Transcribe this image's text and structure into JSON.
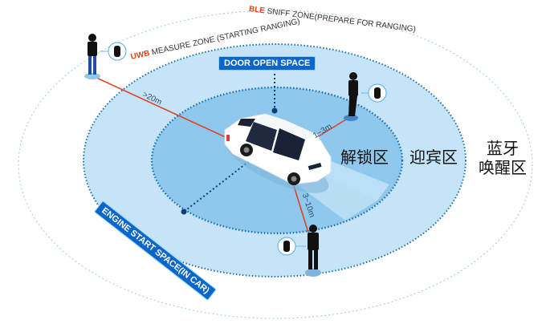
{
  "zones": {
    "ble": {
      "prefix": "BLE",
      "label": " SNIFF ZONE(PREPARE FOR RANGING)",
      "cn_label_line1": "蓝牙",
      "cn_label_line2": "唤醒区"
    },
    "uwb": {
      "prefix": "UWB",
      "label": " MEASURE ZONE (STARTING RANGING)",
      "cn_label": "迎宾区"
    },
    "unlock": {
      "cn_label": "解锁区"
    }
  },
  "badges": {
    "door_open": "DOOR OPEN SPACE",
    "engine_start": "ENGINE START SPACE(IN CAR)"
  },
  "distances": {
    "far": ">20m",
    "near": "1~3m",
    "mid": "3~10m"
  },
  "colors": {
    "outer_ring": "#a9d4ea",
    "uwb_fill": "#c6e4f7",
    "inner_fill": "#8fc8ec",
    "dotted_border": "#1a6fb3",
    "badge_bg": "#0a66c8",
    "range_line": "#d8452a",
    "highlight_text": "#e0441a"
  },
  "people": [
    {
      "name": "person-far",
      "distance": ">20m"
    },
    {
      "name": "person-near",
      "distance": "1~3m"
    },
    {
      "name": "person-mid",
      "distance": "3~10m"
    }
  ]
}
